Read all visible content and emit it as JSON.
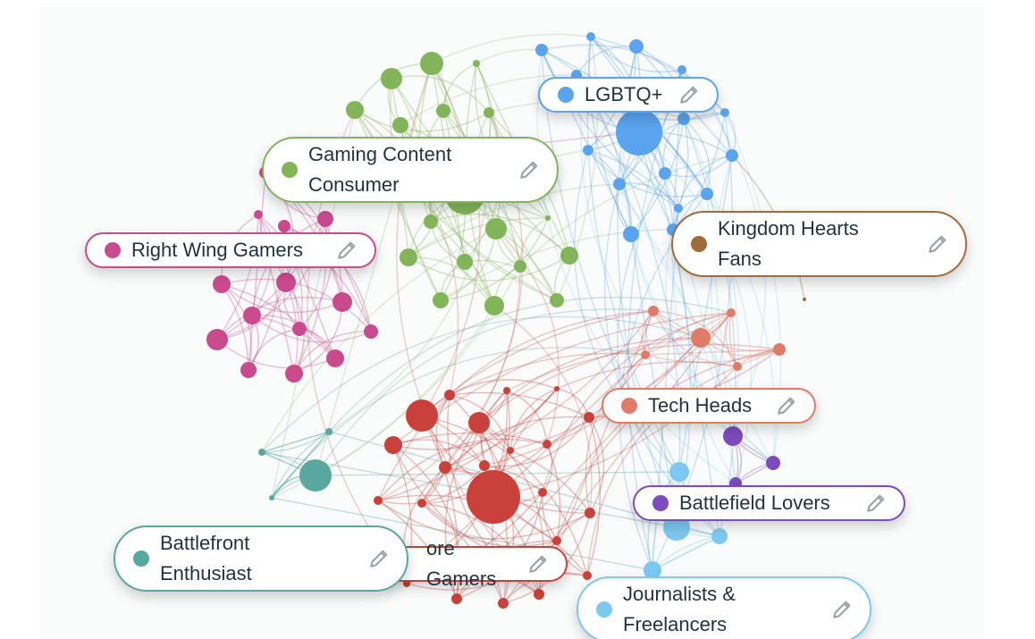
{
  "segments": [
    {
      "id": "lgbtq",
      "label": "LGBTQ+",
      "color": "#5aa3ee",
      "edit_icon": "pencil-icon"
    },
    {
      "id": "gaming-content",
      "label": "Gaming Content Consumer",
      "color": "#82b55a",
      "edit_icon": "pencil-icon"
    },
    {
      "id": "right-wing",
      "label": "Right Wing Gamers",
      "color": "#c94b8e",
      "edit_icon": "pencil-icon"
    },
    {
      "id": "kingdom-hearts",
      "label": "Kingdom Hearts Fans",
      "color": "#a26c3a",
      "edit_icon": "pencil-icon"
    },
    {
      "id": "tech-heads",
      "label": "Tech Heads",
      "color": "#e07b67",
      "edit_icon": "pencil-icon"
    },
    {
      "id": "battlefield",
      "label": "Battlefield Lovers",
      "color": "#7c4bbd",
      "edit_icon": "pencil-icon"
    },
    {
      "id": "gamers",
      "label": "ore Gamers",
      "color": "#c9413a",
      "edit_icon": "pencil-icon"
    },
    {
      "id": "battlefront",
      "label": "Battlefront Enthusiast",
      "color": "#58a8a0",
      "edit_icon": "pencil-icon"
    },
    {
      "id": "journalists",
      "label": "Journalists & Freelancers",
      "color": "#7cc8f2",
      "edit_icon": "pencil-icon"
    }
  ],
  "colors": {
    "canvas_bg": "#fafbfb",
    "text": "#1e3340",
    "edit_icon": "#9aa3a8"
  }
}
